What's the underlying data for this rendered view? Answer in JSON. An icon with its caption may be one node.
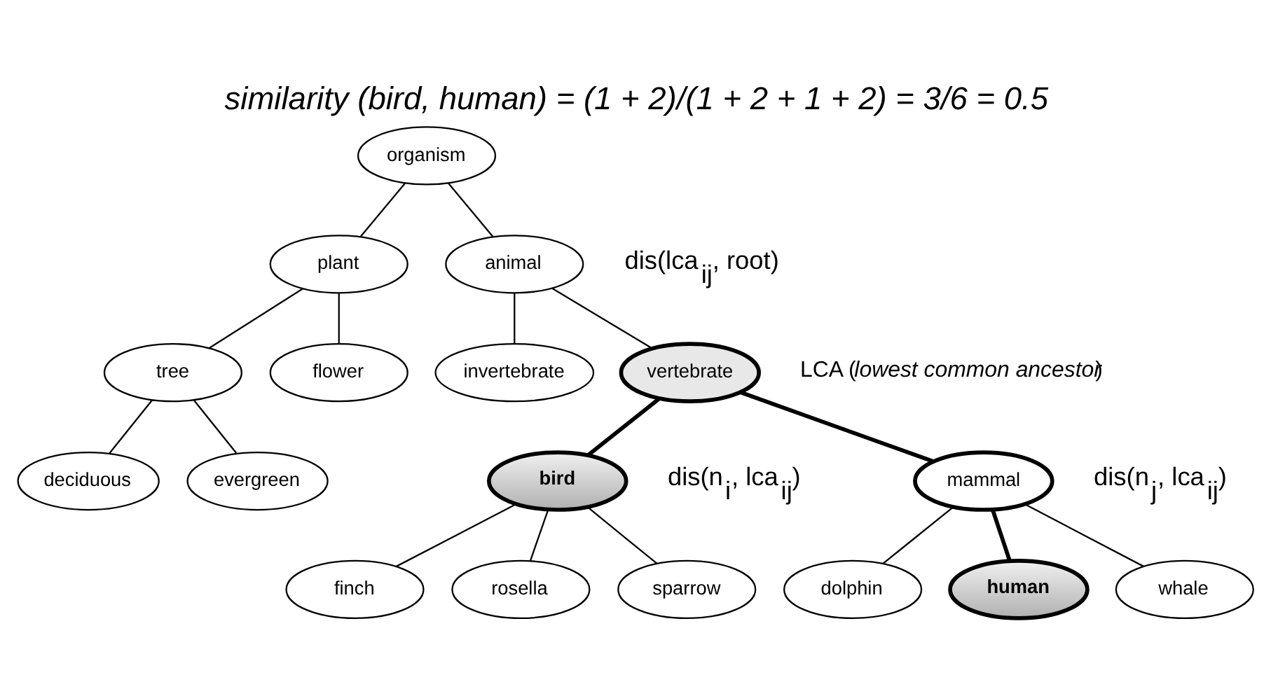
{
  "diagram": {
    "title": "similarity (bird, human) = (1 + 2)/(1 + 2 + 1 + 2) = 3/6 = 0.5",
    "nodes": [
      {
        "text": [
          "organism"
        ]
      },
      {
        "text": [
          "plant"
        ]
      },
      {
        "text": [
          "animal"
        ]
      },
      {
        "text": [
          "tree"
        ]
      },
      {
        "text": [
          "flower"
        ]
      },
      {
        "text": [
          "invertebrate"
        ]
      },
      {
        "text": [
          "vertebrate"
        ],
        "beside": [
          "LCA (*lowest common ancestor*)"
        ]
      },
      {
        "text": [
          "deciduous"
        ]
      },
      {
        "text": [
          "evergreen"
        ]
      },
      {
        "text": [
          "bird"
        ]
      },
      {
        "text": [
          "mammal"
        ]
      },
      {
        "text": [
          "finch"
        ]
      },
      {
        "text": [
          "rosella"
        ]
      },
      {
        "text": [
          "sparrow"
        ]
      },
      {
        "text": [
          "dolphin"
        ]
      },
      {
        "text": [
          "human"
        ]
      },
      {
        "text": [
          "whale"
        ]
      }
    ],
    "edges": [
      {
        "from": 0,
        "to": 1,
        "arrow": "none"
      },
      {
        "from": 0,
        "to": 2,
        "arrow": "none"
      },
      {
        "from": 1,
        "to": 3,
        "arrow": "none"
      },
      {
        "from": 1,
        "to": 4,
        "arrow": "none"
      },
      {
        "from": 2,
        "to": 5,
        "arrow": "none"
      },
      {
        "from": 2,
        "to": 6,
        "arrow": "none"
      },
      {
        "from": 3,
        "to": 7,
        "arrow": "none"
      },
      {
        "from": 3,
        "to": 8,
        "arrow": "none"
      },
      {
        "from": 6,
        "to": 9,
        "arrow": "none",
        "style": "thick"
      },
      {
        "from": 6,
        "to": 10,
        "arrow": "none",
        "style": "thick"
      },
      {
        "from": 9,
        "to": 11,
        "arrow": "none"
      },
      {
        "from": 9,
        "to": 12,
        "arrow": "none"
      },
      {
        "from": 9,
        "to": 13,
        "arrow": "none"
      },
      {
        "from": 10,
        "to": 14,
        "arrow": "none"
      },
      {
        "from": 10,
        "to": 15,
        "arrow": "none",
        "style": "thick"
      },
      {
        "from": 10,
        "to": 16,
        "arrow": "none"
      }
    ],
    "labels": [
      "dis(lca$_{ij}$, root)",
      "dis(n$_{i}$, lca$_{ij}$)",
      "dis(n$_{j}$, lca$_{ij}$)"
    ]
  }
}
